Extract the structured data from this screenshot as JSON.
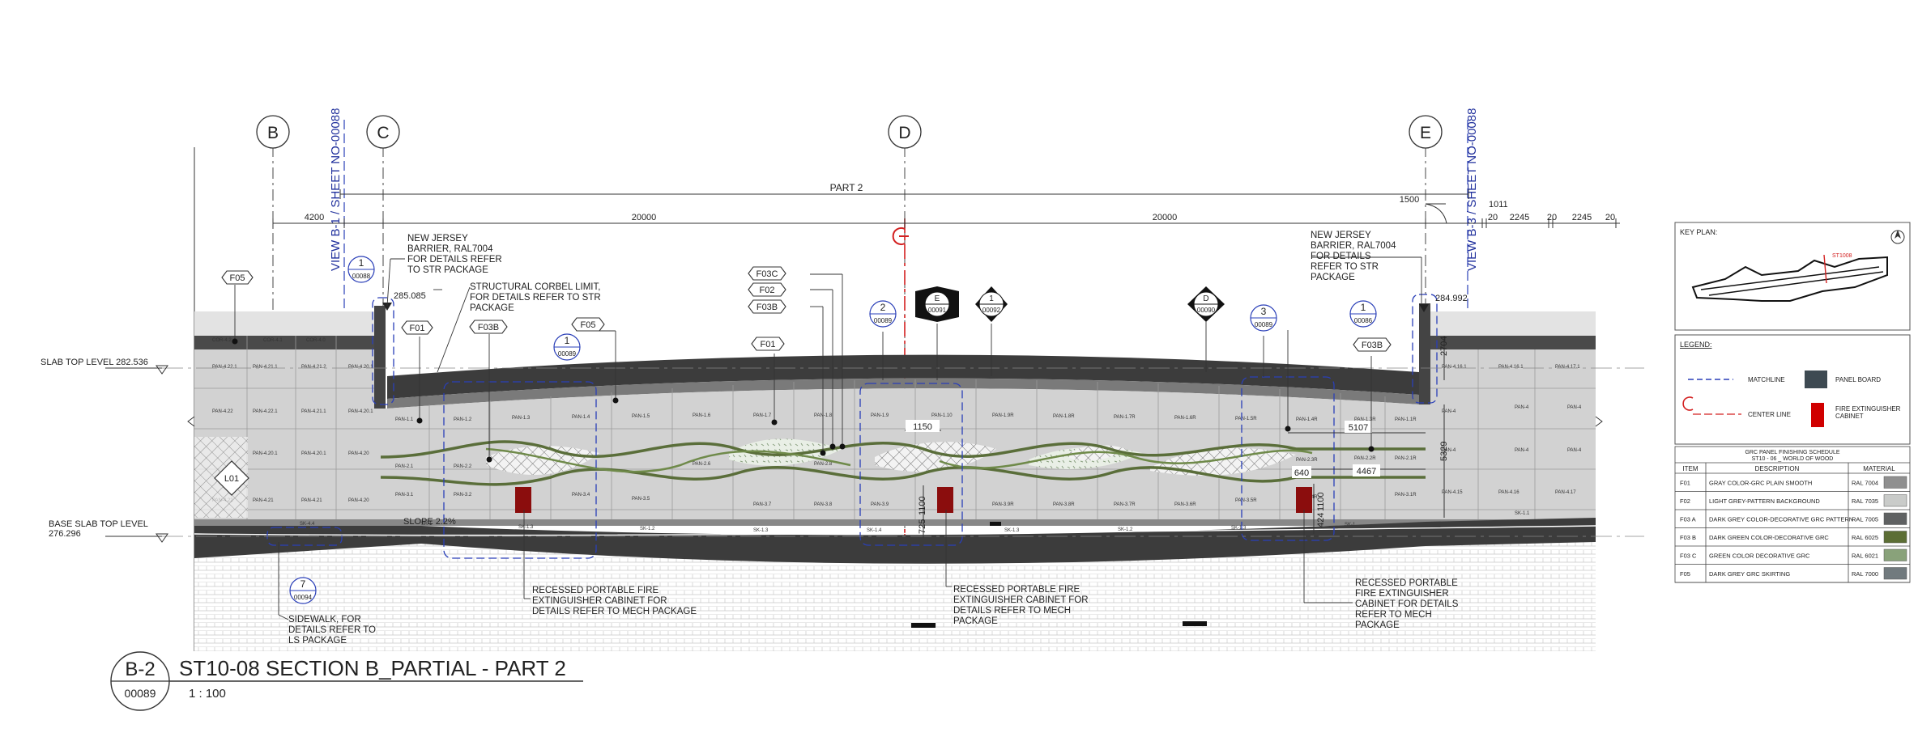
{
  "gridlines": [
    {
      "id": "B"
    },
    {
      "id": "C"
    },
    {
      "id": "D"
    },
    {
      "id": "E"
    }
  ],
  "view_refs": {
    "left": "VIEW B-1 / SHEET NO-00088",
    "right": "VIEW B-3 / SHEET NO-00088"
  },
  "dimensions": {
    "part": "PART 2",
    "d_4200": "4200",
    "d_20000_a": "20000",
    "d_20000_b": "20000",
    "d_1500": "1500",
    "d_1011": "1011",
    "d_20_a": "20",
    "d_2245_a": "2245",
    "d_20_b": "20",
    "d_2245_b": "2245",
    "d_20_c": "20",
    "d_1150": "1150",
    "d_5107": "5107",
    "d_4467": "4467",
    "d_640": "640",
    "d_1100_a": "1100",
    "d_725": "725",
    "d_1100_b": "1100",
    "d_424": "424",
    "d_2704": "2704",
    "d_5329": "5329"
  },
  "levels": {
    "slab_top": "SLAB TOP LEVEL 282.536",
    "base_slab_1": "BASE SLAB TOP LEVEL",
    "base_slab_2": "276.296",
    "elev_left": "285.085",
    "elev_right": "284.992",
    "slope": "SLOPE 2.2%"
  },
  "tags": {
    "f05_left": "F05",
    "f01_left": "F01",
    "f03b_left": "F03B",
    "f05_mid": "F05",
    "f03c": "F03C",
    "f02": "F02",
    "f03b_mid": "F03B",
    "f01_mid": "F01",
    "f03b_right": "F03B",
    "l01": "L01"
  },
  "callouts": [
    {
      "num": "1",
      "sheet": "00088"
    },
    {
      "num": "1",
      "sheet": "00089"
    },
    {
      "num": "2",
      "sheet": "00089"
    },
    {
      "num": "3",
      "sheet": "00089"
    },
    {
      "num": "1",
      "sheet": "00086"
    },
    {
      "num": "7",
      "sheet": "00094"
    }
  ],
  "section_marks": [
    {
      "num": "E",
      "sheet": "00091"
    },
    {
      "num": "1",
      "sheet": "00092"
    },
    {
      "num": "D",
      "sheet": "00090"
    }
  ],
  "notes": {
    "nj_left": [
      "NEW JERSEY",
      "BARRIER, RAL7004",
      "FOR DETAILS REFER",
      "TO STR PACKAGE"
    ],
    "corbel": [
      "STRUCTURAL CORBEL LIMIT,",
      "FOR DETAILS REFER TO STR",
      "PACKAGE"
    ],
    "nj_right": [
      "NEW JERSEY",
      "BARRIER, RAL7004",
      "FOR DETAILS",
      "REFER TO STR",
      "PACKAGE"
    ],
    "fe_1": [
      "RECESSED PORTABLE FIRE",
      "EXTINGUISHER CABINET  FOR",
      "DETAILS REFER TO MECH PACKAGE"
    ],
    "fe_2": [
      "RECESSED PORTABLE FIRE",
      "EXTINGUISHER CABINET  FOR",
      "DETAILS REFER TO MECH",
      "PACKAGE"
    ],
    "fe_3": [
      "RECESSED PORTABLE",
      "FIRE EXTINGUISHER",
      "CABINET  FOR DETAILS",
      "REFER TO MECH",
      "PACKAGE"
    ],
    "sidewalk": [
      "SIDEWALK, FOR",
      "DETAILS REFER TO",
      "LS PACKAGE"
    ]
  },
  "title_block": {
    "ref": "B-2",
    "sheet": "00089",
    "title": "ST10-08 SECTION B_PARTIAL - PART 2",
    "scale": "1 : 100"
  },
  "key_plan": {
    "title": "KEY PLAN:",
    "marker": "ST1008"
  },
  "legend": {
    "title": "LEGEND:",
    "matchline": "MATCHLINE",
    "panel_board": "PANEL BOARD",
    "center_line": "CENTER LINE",
    "fire_ext": [
      "FIRE EXTINGUISHER",
      "CABINET"
    ]
  },
  "schedule": {
    "title_1": "GRC PANEL FINISHING SCHEDULE",
    "title_2": "ST10 - 06 _ WORLD OF WOOD",
    "headers": [
      "ITEM",
      "DESCRIPTION",
      "MATERIAL"
    ],
    "rows": [
      {
        "item": "F01",
        "desc": "GRAY COLOR-GRC PLAIN SMOOTH",
        "mat": "RAL 7004",
        "color": "#8f8f8f"
      },
      {
        "item": "F02",
        "desc": "LIGHT GREY-PATTERN BACKGROUND",
        "mat": "RAL 7035",
        "color": "#c9cbc9"
      },
      {
        "item": "F03 A",
        "desc": "DARK GREY COLOR-DECORATIVE GRC PATTERN",
        "mat": "RAL 7005",
        "color": "#5f6162"
      },
      {
        "item": "F03 B",
        "desc": "DARK GREEN COLOR-DECORATIVE GRC",
        "mat": "RAL 6025",
        "color": "#5c6e35"
      },
      {
        "item": "F03 C",
        "desc": "GREEN COLOR DECORATIVE GRC",
        "mat": "RAL 6021",
        "color": "#89a27a"
      },
      {
        "item": "F05",
        "desc": "DARK GREY GRC SKIRTING",
        "mat": "RAL 7000",
        "color": "#717a7e"
      }
    ]
  },
  "colors": {
    "slab": "#3c3c3c",
    "panel": "#d2d2d2",
    "blue_dash": "#2a3fb8",
    "fire_ext": "#8b0d0d",
    "center": "#d32020"
  }
}
